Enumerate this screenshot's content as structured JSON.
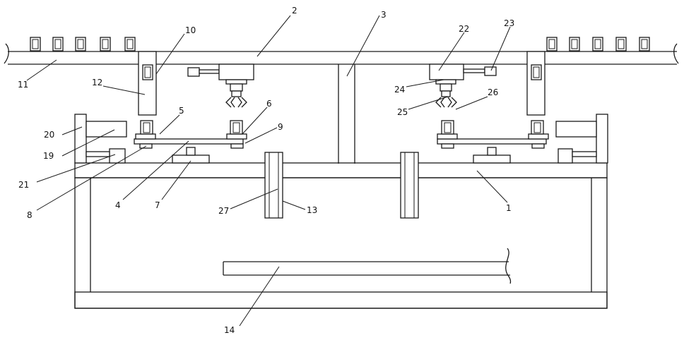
{
  "diagram": {
    "labels": {
      "n1": "1",
      "n2": "2",
      "n3": "3",
      "n4": "4",
      "n5": "5",
      "n6": "6",
      "n7": "7",
      "n8": "8",
      "n9": "9",
      "n10": "10",
      "n11": "11",
      "n12": "12",
      "n13": "13",
      "n14": "14",
      "n19": "19",
      "n20": "20",
      "n21": "21",
      "n22": "22",
      "n23": "23",
      "n24": "24",
      "n25": "25",
      "n26": "26",
      "n27": "27"
    }
  }
}
